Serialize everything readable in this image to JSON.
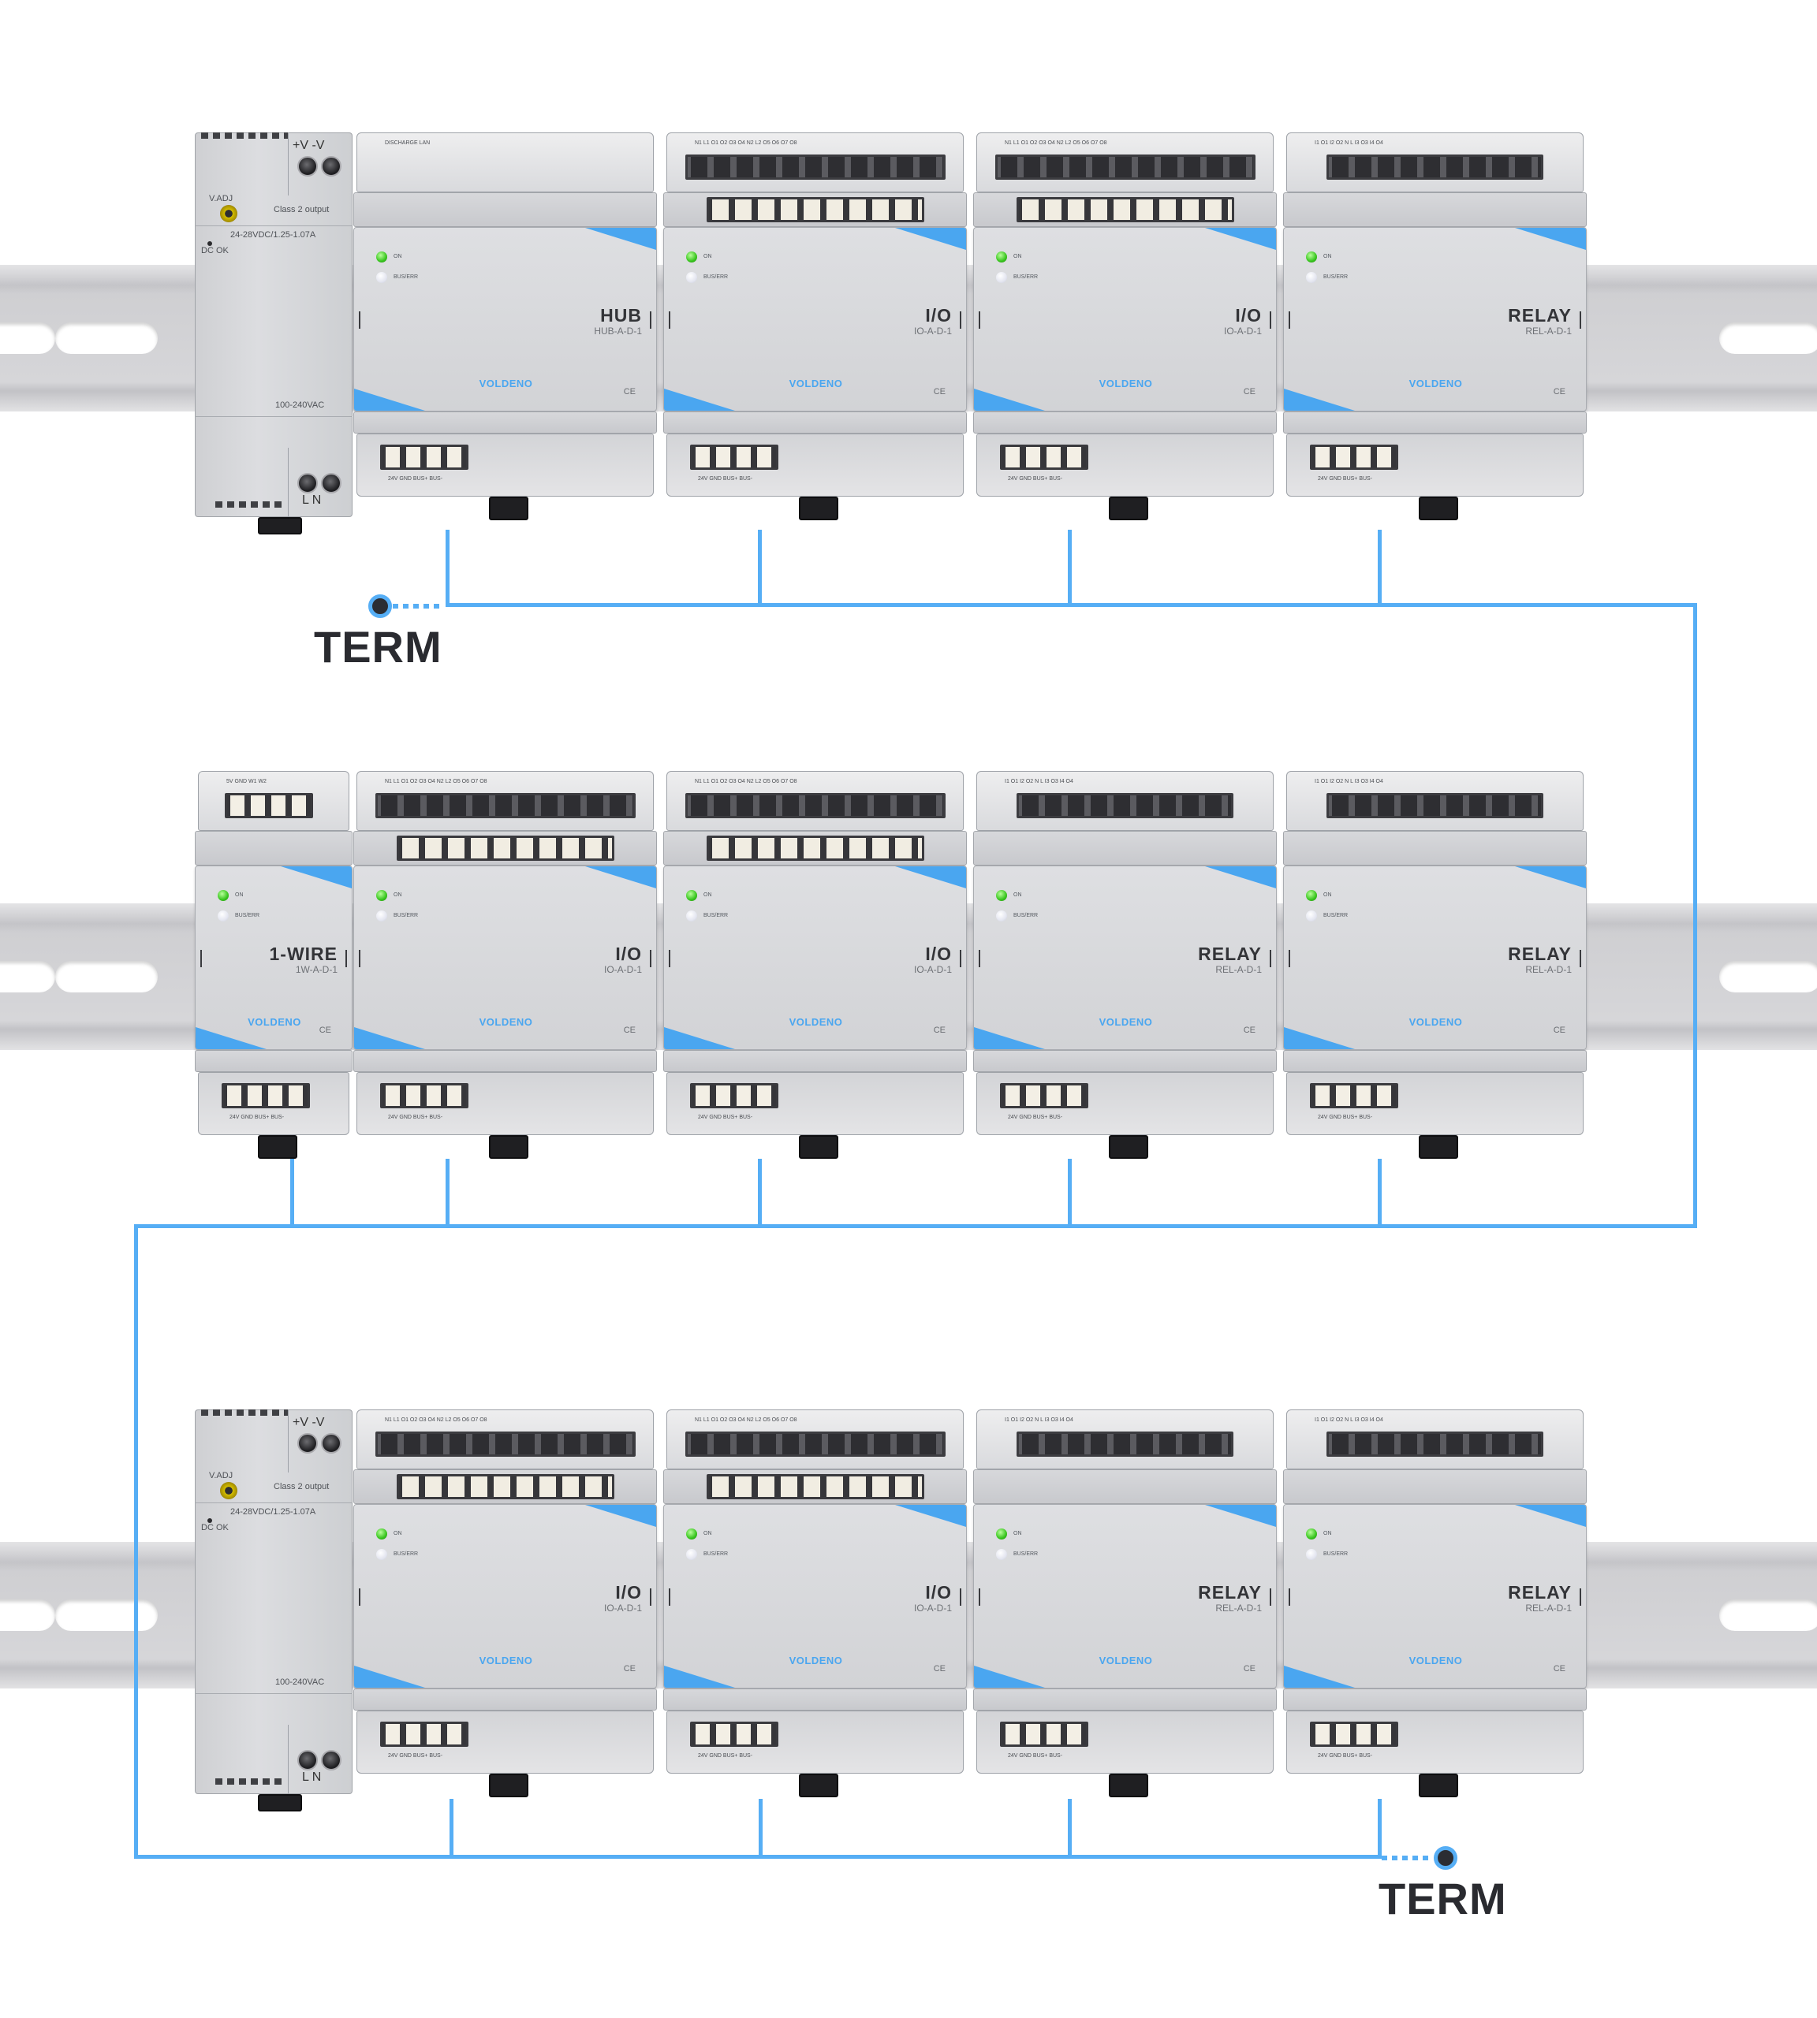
{
  "colors": {
    "bus_wire": "#56aef5",
    "accent_triangle": "#4aa6f0",
    "term_node": "#2b2d33"
  },
  "labels": {
    "brand": "VOLDENO",
    "term": "TERM",
    "led_on": "ON",
    "led_bus": "BUS/ERR",
    "ce": "CE",
    "bottom_pins": "24V   GND   BUS+   BUS-",
    "hub_top": "DISCHARGE                                                              LAN",
    "io_top": "N1   L1   O1   O2   O3   O4   N2   L2   O5   O6   O7   O8",
    "relay_top": "I1   O1   I2   O2   N   L   I3   O3   I4   O4",
    "onewire_top": "5V   GND   W1   W2"
  },
  "module_types": {
    "hub": {
      "title": "HUB",
      "model": "HUB-A-D-1"
    },
    "io": {
      "title": "I/O",
      "model": "IO-A-D-1"
    },
    "relay": {
      "title": "RELAY",
      "model": "REL-A-D-1"
    },
    "onewire": {
      "title": "1-WIRE",
      "model": "1W-A-D-1"
    }
  },
  "psu": {
    "plus_minus": "+V  -V",
    "adj": "V.ADJ",
    "class2": "Class 2 output",
    "rating": "24-28VDC/1.25-1.07A",
    "dc_ok": "DC OK",
    "ac_in": "100-240VAC",
    "ln": "L  N"
  },
  "rows": [
    {
      "has_psu": true,
      "modules": [
        "hub",
        "io",
        "io",
        "relay"
      ]
    },
    {
      "has_psu": false,
      "modules": [
        "onewire",
        "io",
        "io",
        "relay",
        "relay"
      ]
    },
    {
      "has_psu": true,
      "modules": [
        "io",
        "io",
        "relay",
        "relay"
      ]
    }
  ]
}
